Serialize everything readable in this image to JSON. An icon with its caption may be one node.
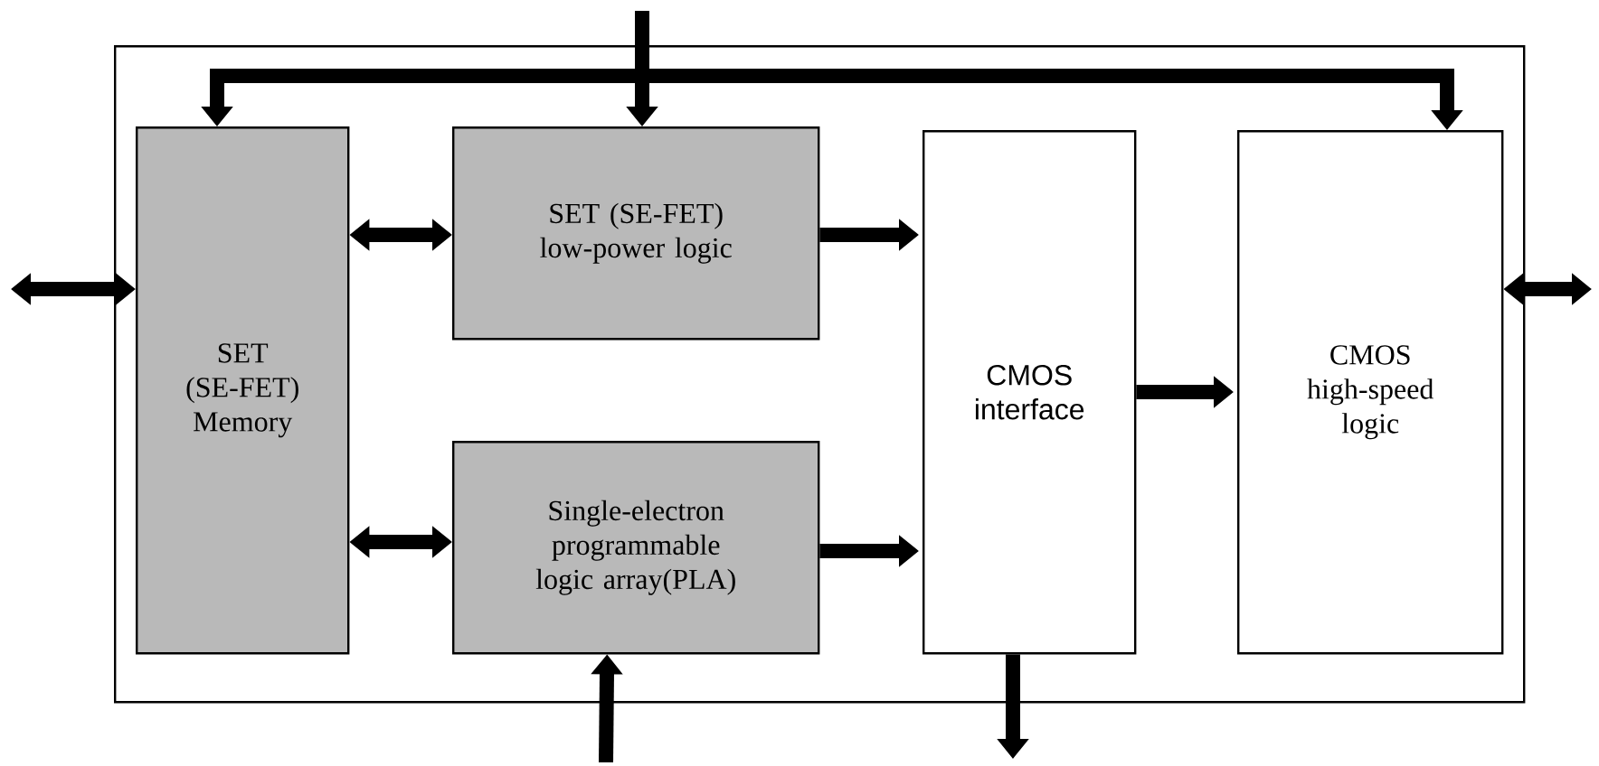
{
  "diagram": {
    "nodes": [
      {
        "text": [],
        "shape": "box"
      },
      {
        "text": [
          "SET (SE-FET) Memory"
        ],
        "in": 0
      },
      {
        "text": [
          "SET (SE-FET) low-power logic"
        ],
        "in": 0
      },
      {
        "text": [
          "Single-electron programmable logic array(PLA)"
        ],
        "in": 0
      },
      {
        "text": [
          "CMOS interface"
        ],
        "in": 0
      },
      {
        "text": [
          "CMOS high-speed logic"
        ],
        "in": 0
      }
    ],
    "edges": [
      {
        "from": null,
        "to": 2,
        "arrow": "to"
      },
      {
        "from": null,
        "to": 1,
        "arrow": "to"
      },
      {
        "from": null,
        "to": 5,
        "arrow": "to"
      },
      {
        "from": null,
        "to": 1,
        "arrow": "both"
      },
      {
        "from": 1,
        "to": 2,
        "arrow": "both"
      },
      {
        "from": 1,
        "to": 3,
        "arrow": "both"
      },
      {
        "from": 2,
        "to": 4,
        "arrow": "to"
      },
      {
        "from": 3,
        "to": 4,
        "arrow": "to"
      },
      {
        "from": 4,
        "to": 5,
        "arrow": "to"
      },
      {
        "from": 5,
        "to": null,
        "arrow": "both"
      },
      {
        "from": null,
        "to": 3,
        "arrow": "to"
      },
      {
        "from": 4,
        "to": null,
        "arrow": "to"
      }
    ]
  }
}
